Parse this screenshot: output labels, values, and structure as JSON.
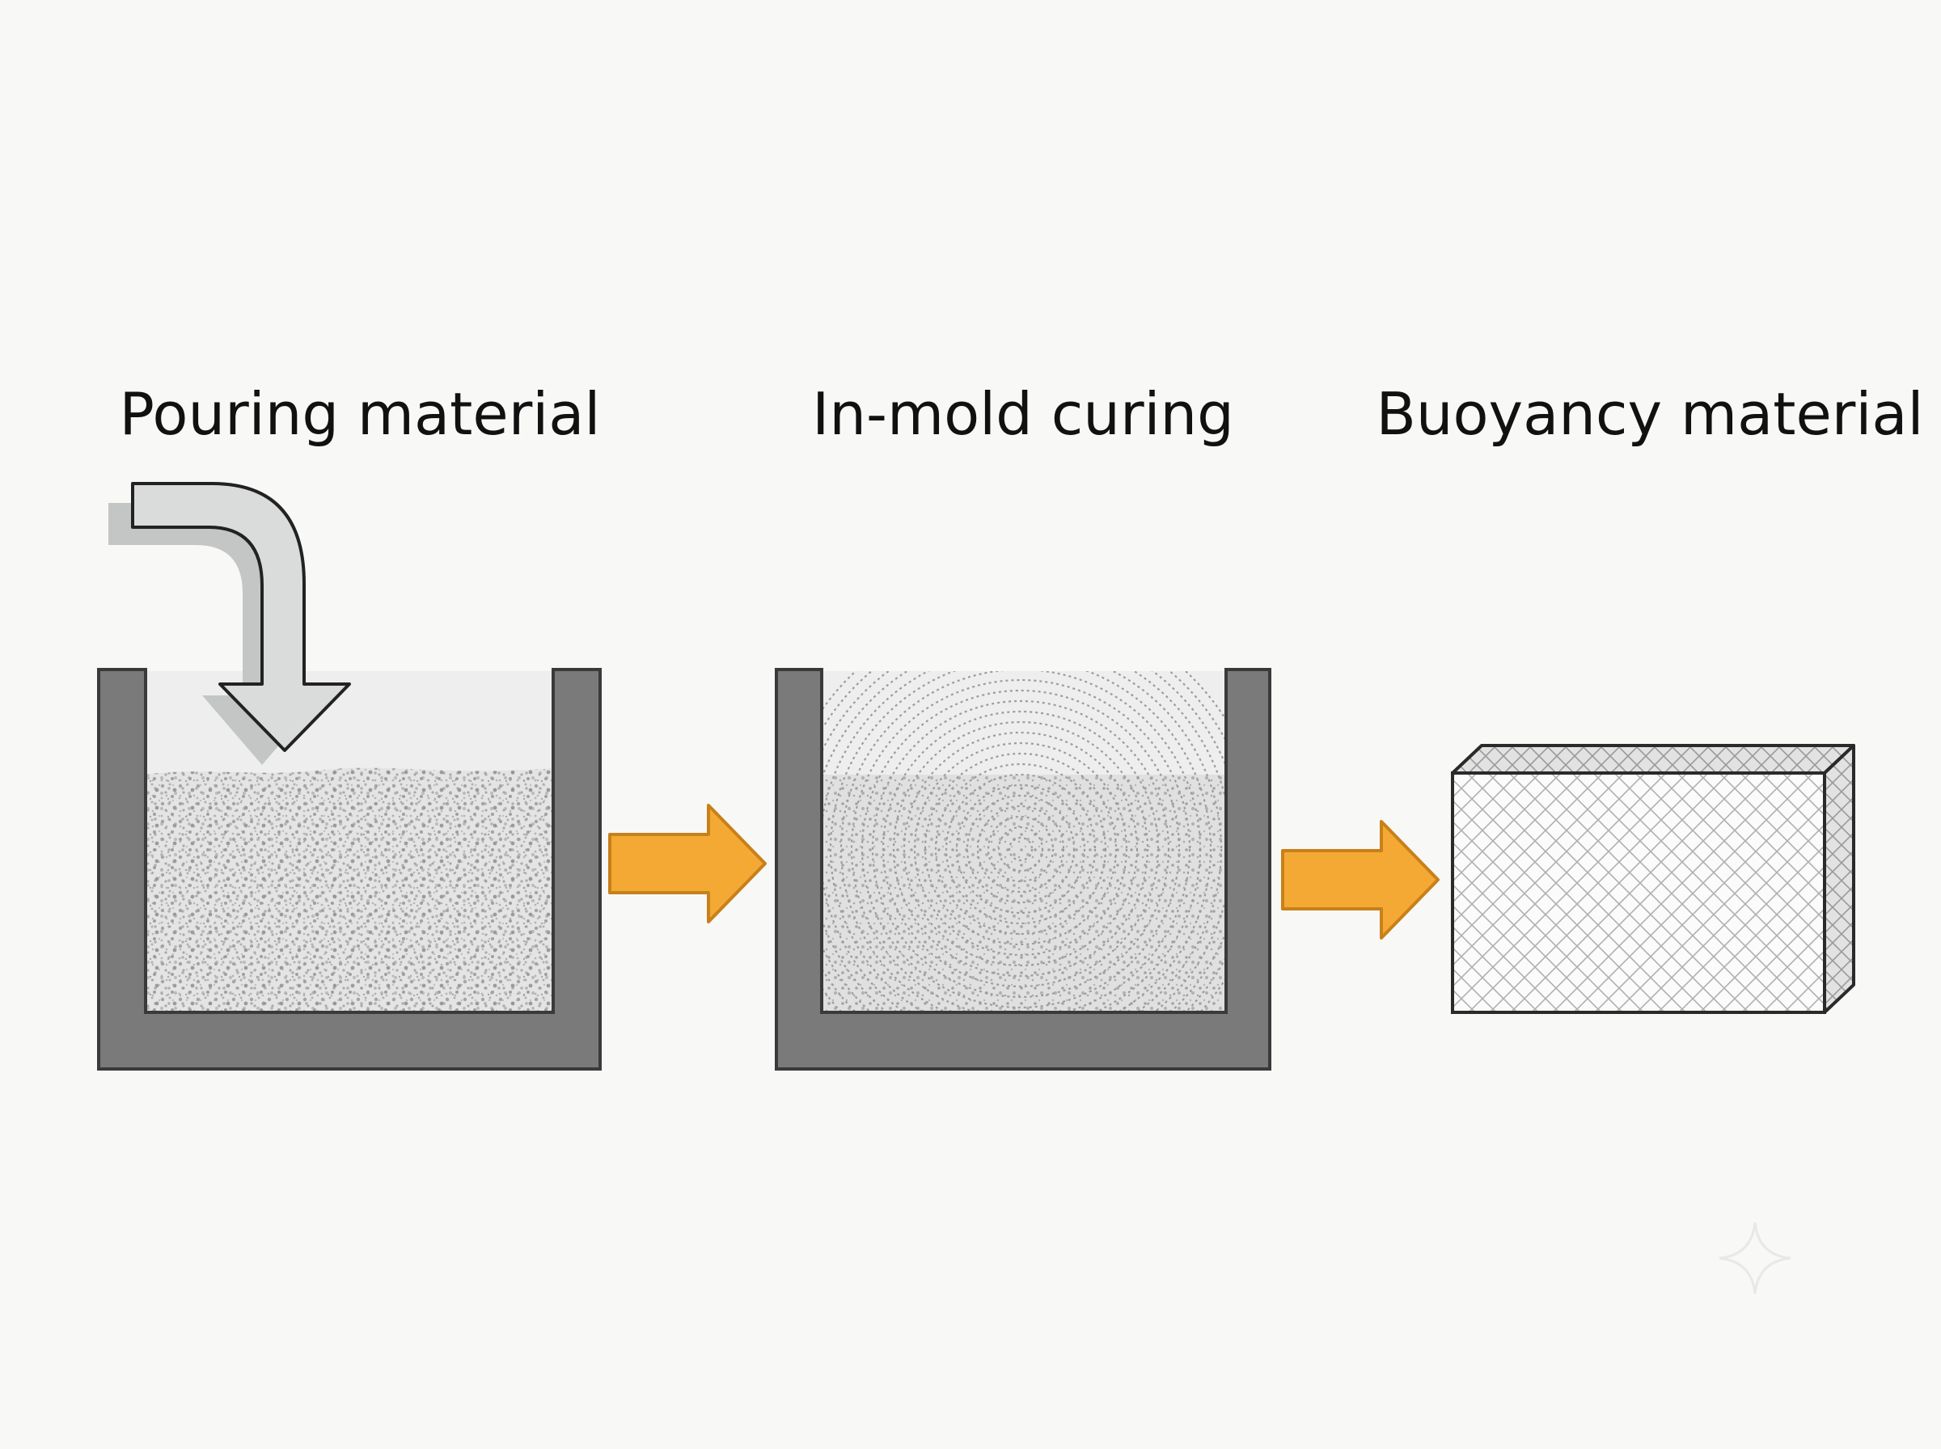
{
  "stages": [
    {
      "label": "Pouring material"
    },
    {
      "label": "In-mold curing"
    },
    {
      "label": "Buoyancy material"
    }
  ],
  "colors": {
    "background": "#f8f8f7",
    "mold": "#7a7a7a",
    "mold_outline": "#3a3a3a",
    "arrow_fill": "#f4a934",
    "arrow_stroke": "#c8801a",
    "pour_arrow": "#d9dbda",
    "particles": "#9a9a9a",
    "block_outline": "#2a2a2a"
  },
  "icons": {
    "pour": "curved-down-arrow-icon",
    "flow": "right-arrow-icon",
    "sparkle": "sparkle-icon"
  }
}
